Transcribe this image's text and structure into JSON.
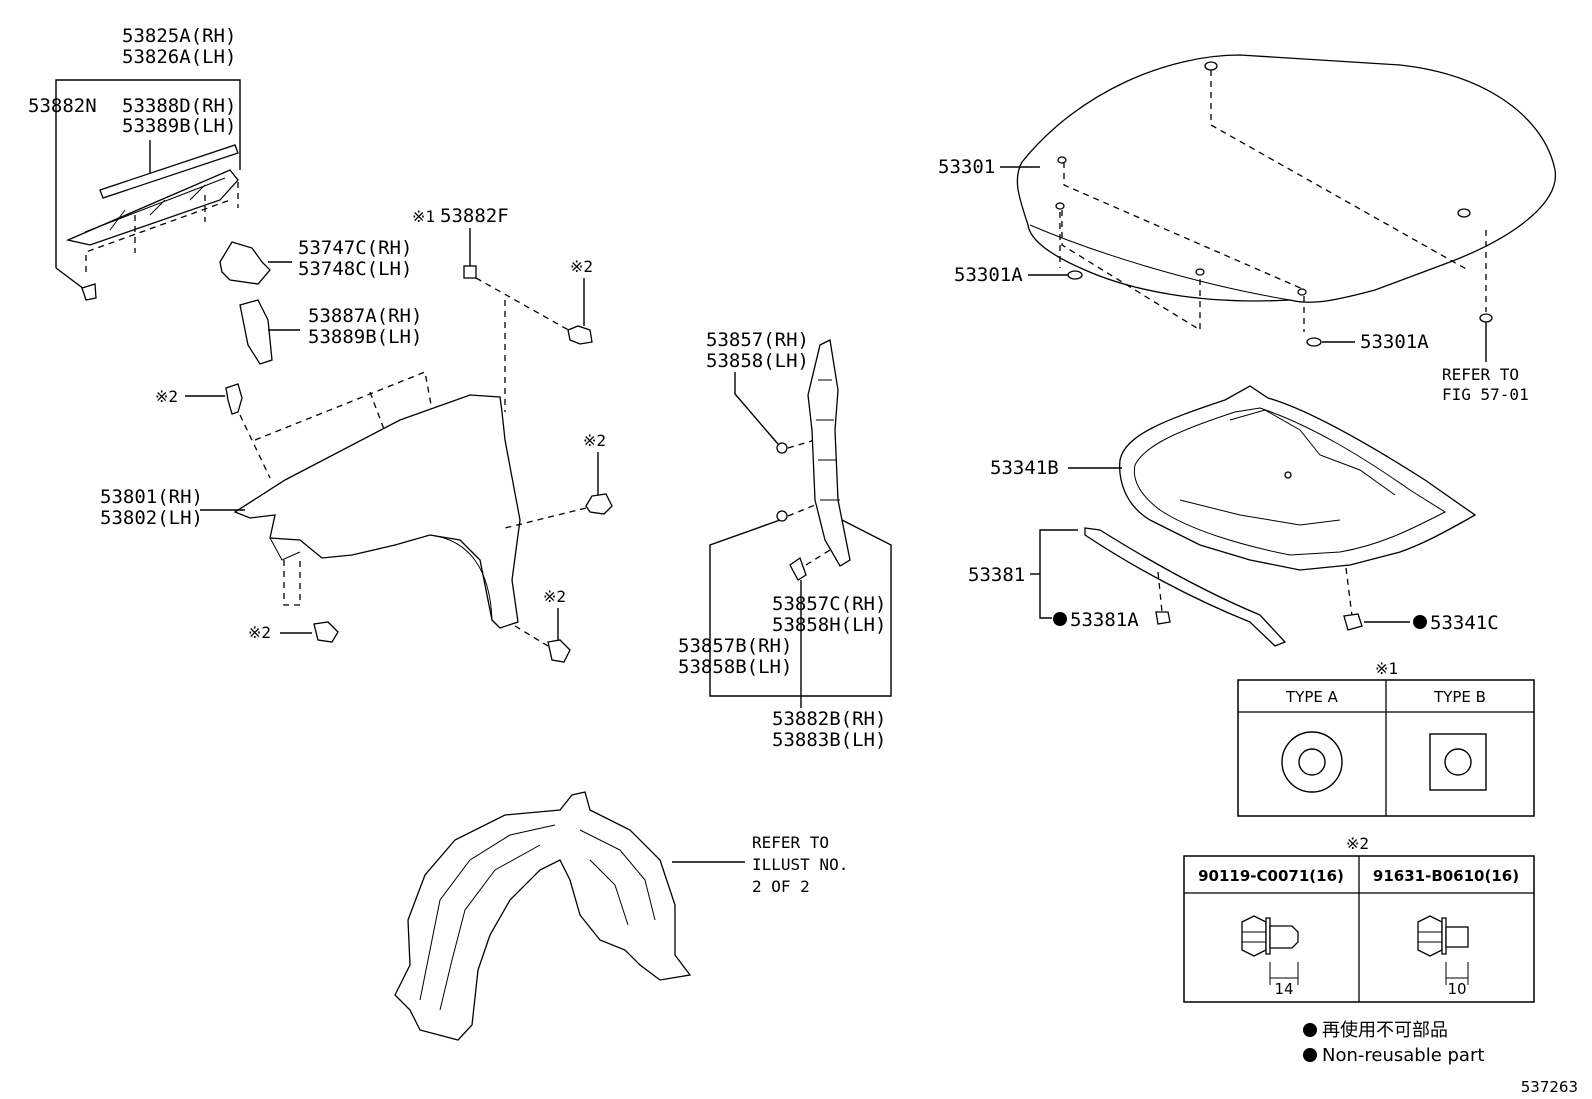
{
  "labels": {
    "l_53825A": "53825A(RH)",
    "l_53826A": "53826A(LH)",
    "l_53882N": "53882N",
    "l_53388D": "53388D(RH)",
    "l_53389B": "53389B(LH)",
    "l_53882F": "53882F",
    "l_53882F_mark": "※1",
    "l_53747C": "53747C(RH)",
    "l_53748C": "53748C(LH)",
    "l_53887A": "53887A(RH)",
    "l_53889B": "53889B(LH)",
    "l_53801": "53801(RH)",
    "l_53802": "53802(LH)",
    "l_53857": "53857(RH)",
    "l_53858": "53858(LH)",
    "l_53857C": "53857C(RH)",
    "l_53858H": "53858H(LH)",
    "l_53857B": "53857B(RH)",
    "l_53858B": "53858B(LH)",
    "l_53882B": "53882B(RH)",
    "l_53883B": "53883B(LH)",
    "l_53301": "53301",
    "l_53301A_left": "53301A",
    "l_53301A_right": "53301A",
    "l_refer_fig_1": "REFER TO",
    "l_refer_fig_2": "FIG 57-01",
    "l_53341B": "53341B",
    "l_53381": "53381",
    "l_53381A": "53381A",
    "l_53341C": "53341C",
    "l_refer_illust_1": "REFER TO",
    "l_refer_illust_2": "ILLUST NO.",
    "l_refer_illust_3": "2 OF 2",
    "mark2": "※2"
  },
  "table1": {
    "mark": "※1",
    "type_a": "TYPE A",
    "type_b": "TYPE B"
  },
  "table2": {
    "mark": "※2",
    "col1": "90119-C0071(16)",
    "col2": "91631-B0610(16)",
    "dim1": "14",
    "dim2": "10"
  },
  "legend": {
    "jp": "再使用不可部品",
    "en": "Non-reusable part"
  },
  "figure_number": "537263"
}
